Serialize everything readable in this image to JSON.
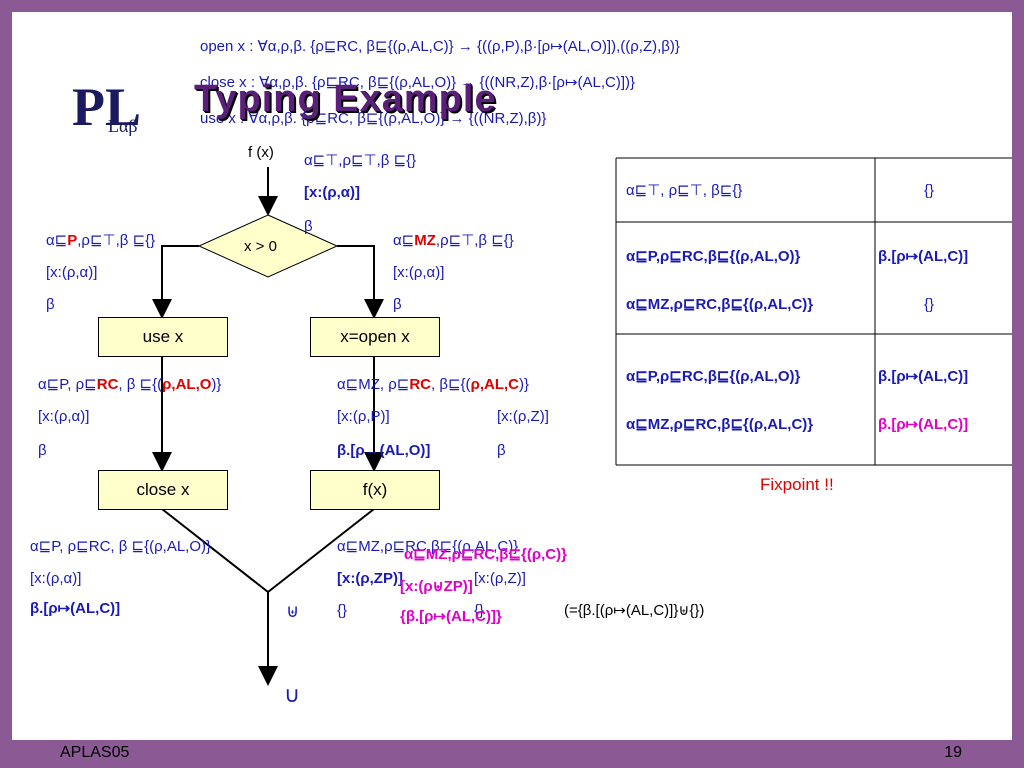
{
  "title": "Typing Example",
  "logo": {
    "main": "PL",
    "sub": "Lαβ"
  },
  "header_lines": [
    "open x : ∀α,ρ,β. {ρ⊑RC, β⊑{(ρ,AL,C)} → {((ρ,P),β·[ρ↦(AL,O)]),((ρ,Z),β)}",
    "close x : ∀α,ρ,β. {ρ⊑RC, β⊑{(ρ,AL,O)} → {((NR,Z),β·[ρ↦(AL,C)])}",
    "use x : ∀α,ρ,β. {ρ⊑RC, β⊑{(ρ,AL,O)} → {((NR,Z),β)}"
  ],
  "flow": {
    "start": "f (x)",
    "decision": "x > 0",
    "box_use": "use  x",
    "box_open": "x=open  x",
    "box_close": "close  x",
    "box_f": "f(x)",
    "join": "⊎",
    "end": "∪"
  },
  "annotations": {
    "top": [
      "α⊑⊤,ρ⊑⊤,β ⊑{}",
      "[x:(ρ,α)]",
      "β"
    ],
    "left_branch": [
      "α⊑",
      "P",
      ",ρ⊑⊤,β ⊑{}",
      "[x:(ρ,α)]",
      "β"
    ],
    "right_branch": [
      "α⊑",
      "MZ",
      ",ρ⊑⊤,β ⊑{}",
      "[x:(ρ,α)]",
      "β"
    ],
    "after_use": [
      "α⊑P, ρ⊑",
      "RC",
      ",  β ⊑{(",
      "ρ,AL,O",
      ")}",
      "[x:(ρ,α)]",
      "β"
    ],
    "after_open": [
      "α⊑MZ,  ρ⊑",
      "RC",
      ",  β⊑{(",
      "ρ,AL,C",
      ")}",
      "[x:(ρ,P)]",
      "β.[ρ→(AL,O)]",
      "[x:(ρ,Z)]",
      "β"
    ],
    "after_close": [
      "α⊑P,  ρ⊑RC,  β ⊑{(ρ,AL,O)}",
      "[x:(ρ,α)]",
      "β.[ρ↦(AL,C)]"
    ],
    "after_f": [
      "α⊑MZ,ρ⊑RC,β⊑{(ρ,AL,C)}",
      "[x:(ρ,ZP)]",
      "[x:(ρ,Z)]",
      "{}",
      "{}"
    ],
    "pink_overlay": [
      "α⊑MZ,ρ⊑RC,β⊑{(ρ,C)}",
      "[x:(ρ⊎ZP)]",
      "{β.[ρ↦(AL,C)]}"
    ],
    "result": "(={β.[(ρ↦(AL,C)]}⊎{})"
  },
  "table": {
    "rows": [
      [
        "α⊑⊤,  ρ⊑⊤,  β⊑{}",
        "{}"
      ],
      [
        "α⊑P,ρ⊑RC,β⊑{(ρ,AL,O)}",
        "β.[ρ↦(AL,C)]"
      ],
      [
        "α⊑MZ,ρ⊑RC,β⊑{(ρ,AL,C)}",
        "{}"
      ],
      [
        "α⊑P,ρ⊑RC,β⊑{(ρ,AL,O)}",
        "β.[ρ↦(AL,C)]"
      ],
      [
        "α⊑MZ,ρ⊑RC,β⊑{(ρ,AL,C)}",
        "β.[ρ↦(AL,C)]"
      ]
    ]
  },
  "fixpoint": "Fixpoint !!",
  "footer": {
    "left": "APLAS05",
    "right": "19"
  },
  "colors": {
    "frame": "#8b5a94",
    "box_fill": "#ffffcc",
    "text_blue": "#1a1ab5",
    "red": "#e00000",
    "pink": "#e000c8"
  }
}
